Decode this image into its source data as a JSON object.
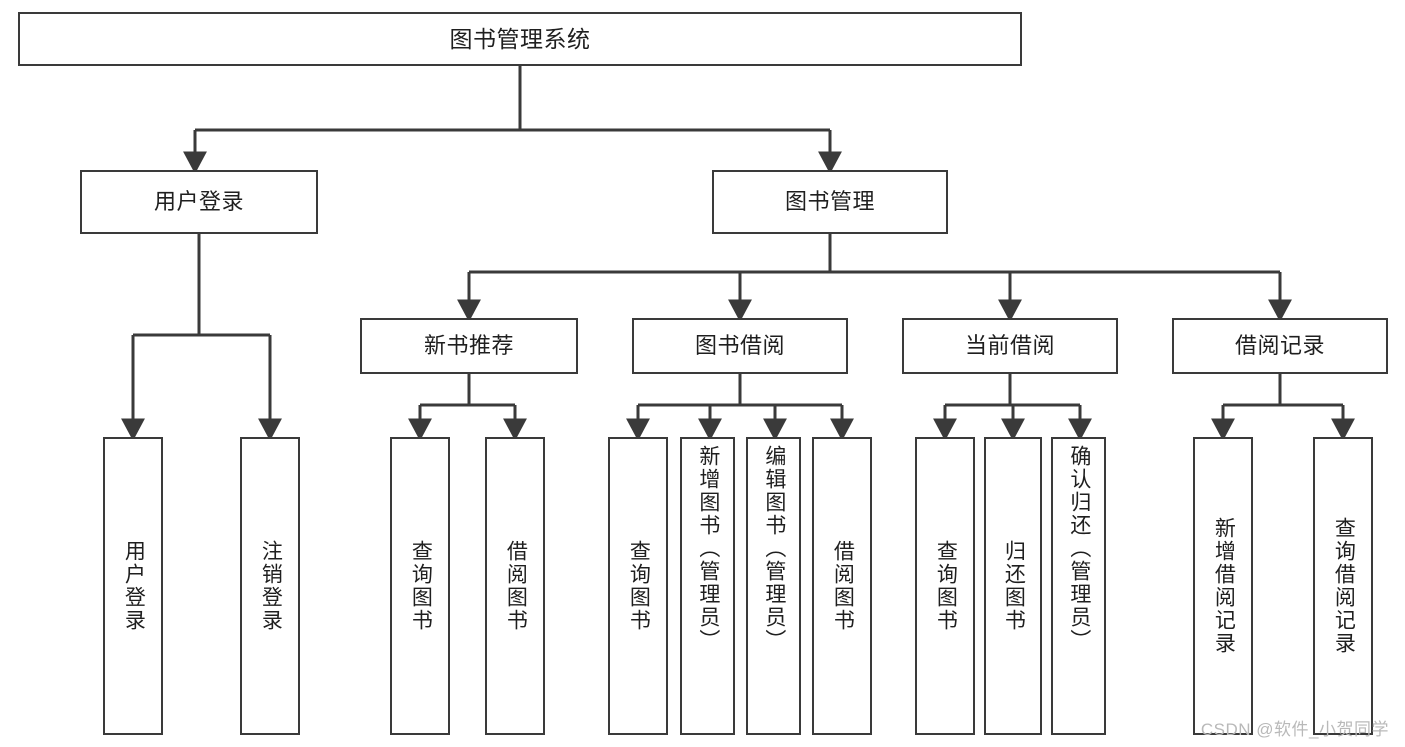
{
  "diagram": {
    "type": "tree-hierarchy",
    "title": "图书管理系统",
    "watermark": "CSDN @软件_小贺同学",
    "colors": {
      "border": "#3a3a3a",
      "fill": "#ffffff",
      "text": "#1f1f1f",
      "edge": "#3a3a3a",
      "watermark": "#b9b9b9"
    },
    "levels": {
      "root": {
        "label": "图书管理系统"
      },
      "level1": [
        {
          "id": "user-login",
          "label": "用户登录"
        },
        {
          "id": "book-management",
          "label": "图书管理"
        }
      ],
      "level2": [
        {
          "id": "new-book-recommend",
          "label": "新书推荐",
          "parent": "book-management"
        },
        {
          "id": "book-borrow",
          "label": "图书借阅",
          "parent": "book-management"
        },
        {
          "id": "current-borrow",
          "label": "当前借阅",
          "parent": "book-management"
        },
        {
          "id": "borrow-record",
          "label": "借阅记录",
          "parent": "book-management"
        }
      ],
      "leaves": [
        {
          "id": "leaf-user-login",
          "label": "用户登录",
          "parent": "user-login"
        },
        {
          "id": "leaf-logout",
          "label": "注销登录",
          "parent": "user-login"
        },
        {
          "id": "leaf-query-book-1",
          "label": "查询图书",
          "parent": "new-book-recommend"
        },
        {
          "id": "leaf-borrow-book-1",
          "label": "借阅图书",
          "parent": "new-book-recommend"
        },
        {
          "id": "leaf-query-book-2",
          "label": "查询图书",
          "parent": "book-borrow"
        },
        {
          "id": "leaf-add-book",
          "label": "新增图书（管理员）",
          "parent": "book-borrow"
        },
        {
          "id": "leaf-edit-book",
          "label": "编辑图书（管理员）",
          "parent": "book-borrow"
        },
        {
          "id": "leaf-borrow-book-2",
          "label": "借阅图书",
          "parent": "book-borrow"
        },
        {
          "id": "leaf-query-book-3",
          "label": "查询图书",
          "parent": "current-borrow"
        },
        {
          "id": "leaf-return-book",
          "label": "归还图书",
          "parent": "current-borrow"
        },
        {
          "id": "leaf-confirm-return",
          "label": "确认归还（管理员）",
          "parent": "current-borrow"
        },
        {
          "id": "leaf-add-record",
          "label": "新增借阅记录",
          "parent": "borrow-record"
        },
        {
          "id": "leaf-query-record",
          "label": "查询借阅记录",
          "parent": "borrow-record"
        }
      ]
    }
  }
}
